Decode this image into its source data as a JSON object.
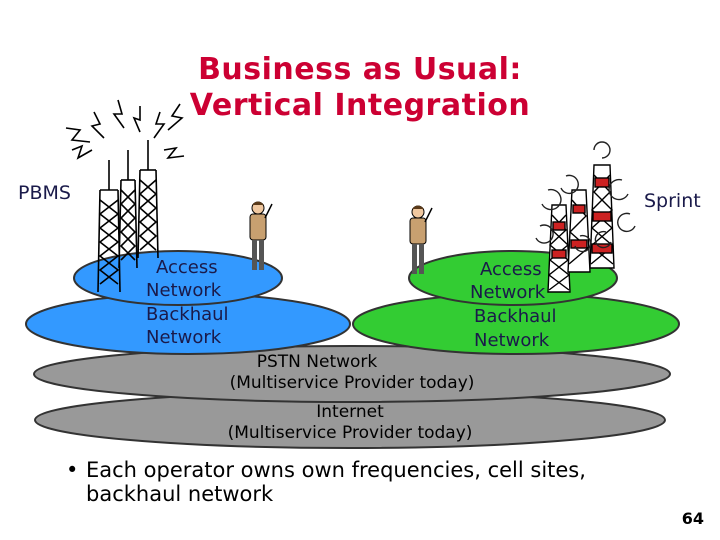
{
  "title": {
    "line1": "Business as Usual:",
    "line2": "Vertical Integration"
  },
  "operators": {
    "left": "PBMS",
    "right": "Sprint"
  },
  "left_network": {
    "access": [
      "Access",
      "Network"
    ],
    "backhaul": [
      "Backhaul",
      "Network"
    ],
    "access_color": "#3399ff",
    "backhaul_color": "#3399ff"
  },
  "right_network": {
    "access": [
      "Access",
      "Network"
    ],
    "backhaul": [
      "Backhaul",
      "Network"
    ],
    "access_color": "#33cc33",
    "backhaul_color": "#33cc33"
  },
  "shared_layers": {
    "pstn": [
      "PSTN Network",
      "(Multiservice Provider today)"
    ],
    "internet": [
      "Internet",
      "(Multiservice Provider today)"
    ],
    "color": "#999999"
  },
  "icons": [
    "antenna-tower-icon",
    "person-with-phone-icon",
    "antenna-tower-icon"
  ],
  "bullet": {
    "symbol": "•",
    "text": "Each operator owns own frequencies, cell sites, backhaul network"
  },
  "page_number": "64"
}
